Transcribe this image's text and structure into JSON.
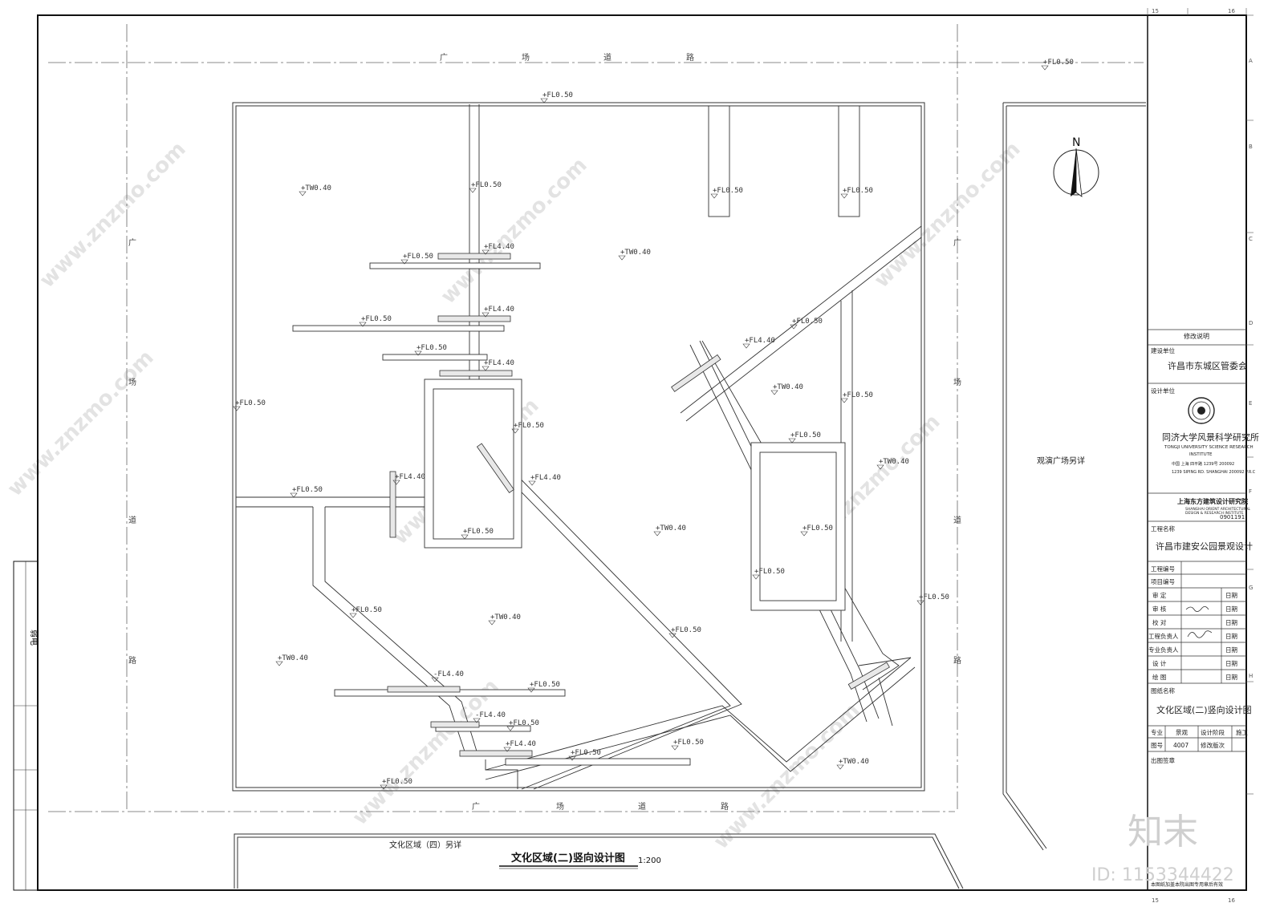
{
  "drawing": {
    "title": "文化区域(二)竖向设计图",
    "scale": "1:200",
    "north": "N"
  },
  "roads": {
    "top": [
      "广",
      "场",
      "道",
      "路"
    ],
    "bottom": [
      "广",
      "场",
      "道",
      "路"
    ],
    "left": [
      "广",
      "场",
      "道",
      "路"
    ],
    "right": [
      "广",
      "场",
      "道",
      "路"
    ]
  },
  "notes": {
    "area_four": "文化区域（四）另详",
    "plaza_right": "观演广场另详",
    "bottom_note": "本图纸加盖本院出图专用章后有效"
  },
  "elevations": [
    "+FL0.50",
    "+TW0.40",
    "+FL0.50",
    "+FL0.50",
    "+FL0.50",
    "+FL0.50",
    "+FL4.40",
    "+TW0.40",
    "+FL0.50",
    "+FL4.40",
    "+FL0.50",
    "+FL4.40",
    "+FL4.40",
    "+FL0.50",
    "+TW0.40",
    "+FL0.50",
    "+FL0.50",
    "+FL0.50",
    "+FL4.40",
    "+FL0.50",
    "+FL0.50",
    "+FL0.50",
    "+TW0.40",
    "+TW0.40",
    "+FL0.50",
    "+FL0.50",
    "+FL0.50",
    "+FL0.50",
    "+TW0.40",
    "+TW0.40",
    "-FL4.40",
    "+FL0.50",
    "-FL4.40",
    "+FL0.50",
    "+FL4.40",
    "+FL0.50",
    "+FL0.50",
    "+TW0.40",
    "+FL0.50",
    "+FL0.50",
    "+FL0.50",
    "+FL4.40"
  ],
  "grid_numbers": [
    "15",
    "16"
  ],
  "grid_letters": [
    "A",
    "B",
    "C",
    "D",
    "E",
    "F",
    "G",
    "H"
  ],
  "title_block": {
    "revision_header": "修改说明",
    "client_label": "建设单位",
    "client": "许昌市东城区管委会",
    "designer_label": "设计单位",
    "institute_cn": "同济大学风景科学研究所",
    "institute_en1": "TONGJI UNIVERSITY SCIENCE RESEARCH",
    "institute_en2": "INSTITUTE",
    "institute_addr1": "中国 上海 四平路 1239号 200092",
    "institute_addr2": "1239 SIPING RD. SHANGHAI 200092 P.R.C",
    "partner_cn": "上海东方建筑设计研究院",
    "partner_en1": "SHANGHAI ORIENT ARCHITECTURAL",
    "partner_en2": "DESIGN & RESEARCH INSTITUTE",
    "partner_cert": "0901191",
    "project_label": "工程名称",
    "project": "许昌市建安公园景观设计",
    "project_no_label": "工程编号",
    "item_no_label": "项目编号",
    "signoffs": [
      "审 定",
      "审 核",
      "校 对",
      "工程负责人",
      "专业负责人",
      "设 计",
      "绘 图"
    ],
    "date_label": "日期",
    "drawing_name_label": "图纸名称",
    "drawing_name": "文化区域(二)竖向设计图",
    "discipline_label": "专业",
    "discipline": "景观",
    "stage_label": "设计阶段",
    "stage": "施工",
    "sheet_label": "图号",
    "sheet": "4007",
    "rev_label": "修改版次",
    "stamp_label": "出图签章"
  },
  "left_strip": {
    "label": "弱电"
  },
  "watermark": {
    "site": "www.znzmo.com",
    "brand": "知末",
    "id": "ID: 1153344422"
  }
}
